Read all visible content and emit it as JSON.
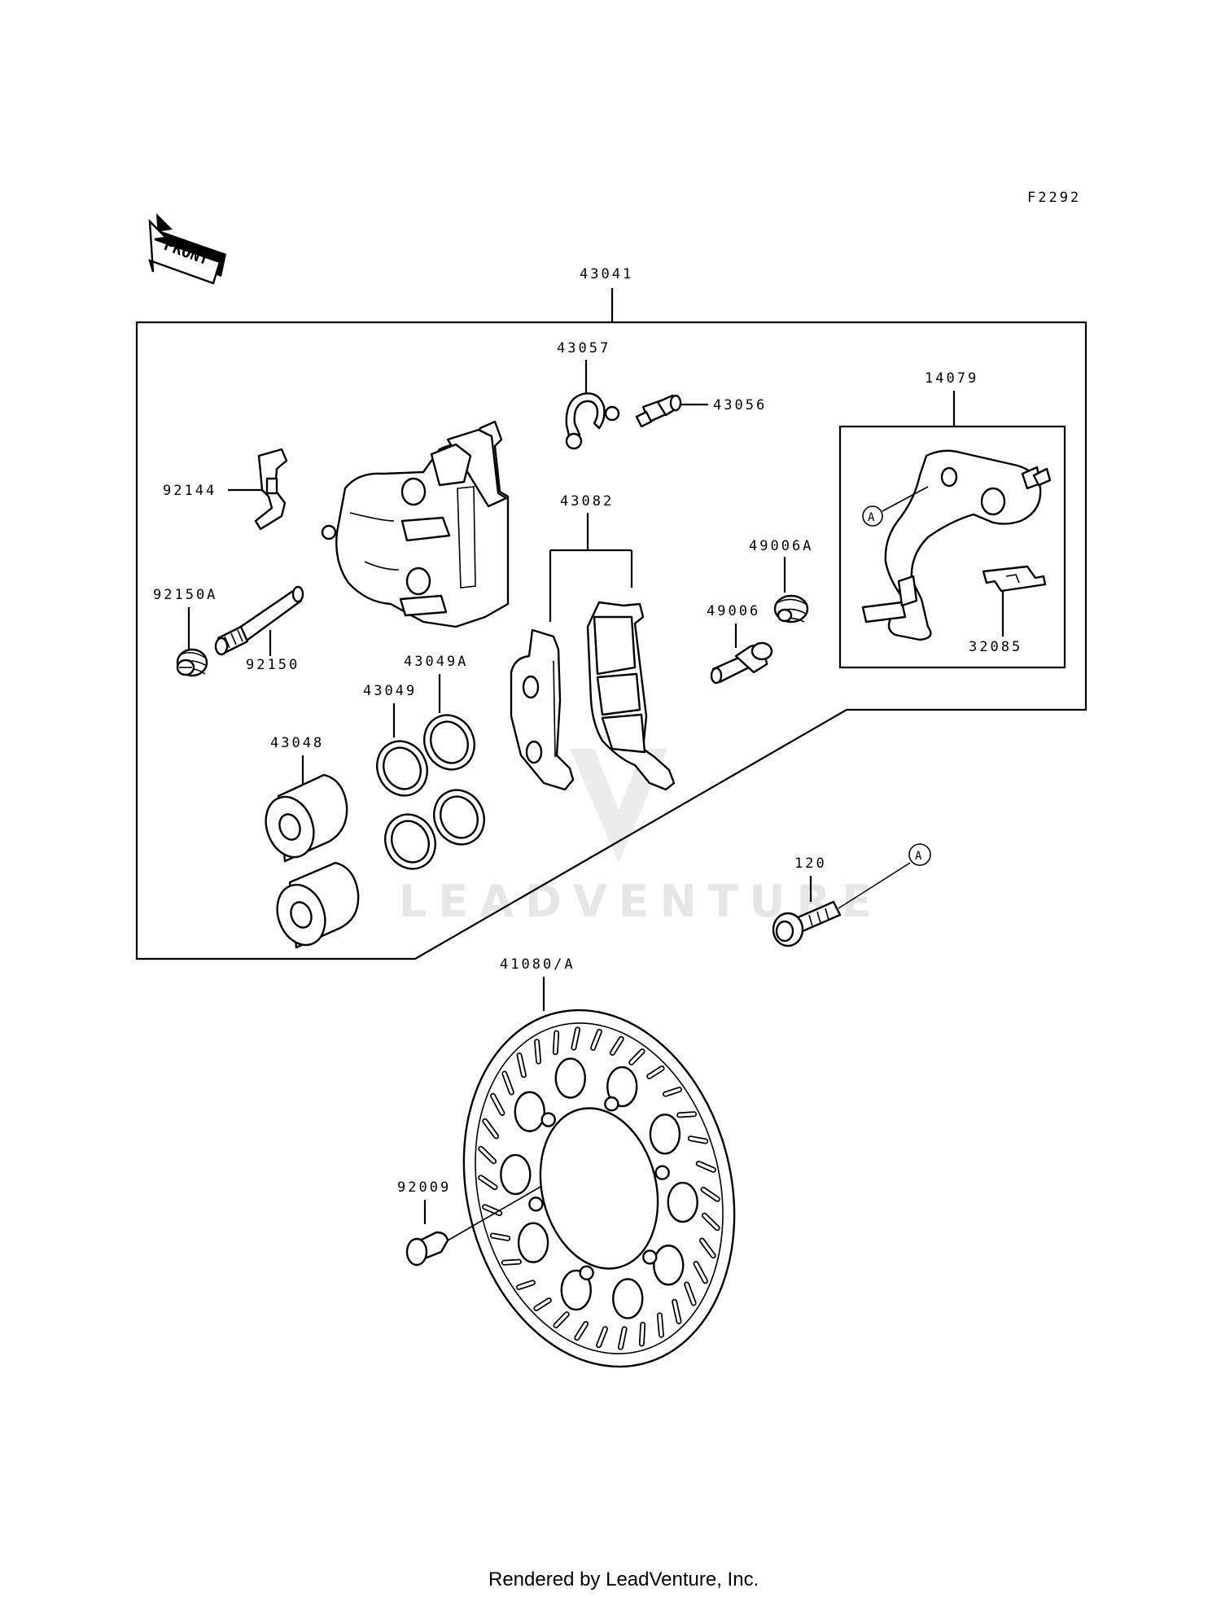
{
  "diagram_code": "F2292",
  "front_marker": "FRONT",
  "watermark": "LEADVENTURE",
  "footer": "Rendered by LeadVenture, Inc.",
  "ref_marker": "A",
  "parts": {
    "p43041": "43041",
    "p43057": "43057",
    "p43056": "43056",
    "p14079": "14079",
    "p92144": "92144",
    "p43082": "43082",
    "p49006A": "49006A",
    "p49006": "49006",
    "p92150A": "92150A",
    "p92150": "92150",
    "p32085": "32085",
    "p43049A": "43049A",
    "p43049": "43049",
    "p43048": "43048",
    "p120": "120",
    "p41080A": "41080/A",
    "p92009": "92009"
  }
}
